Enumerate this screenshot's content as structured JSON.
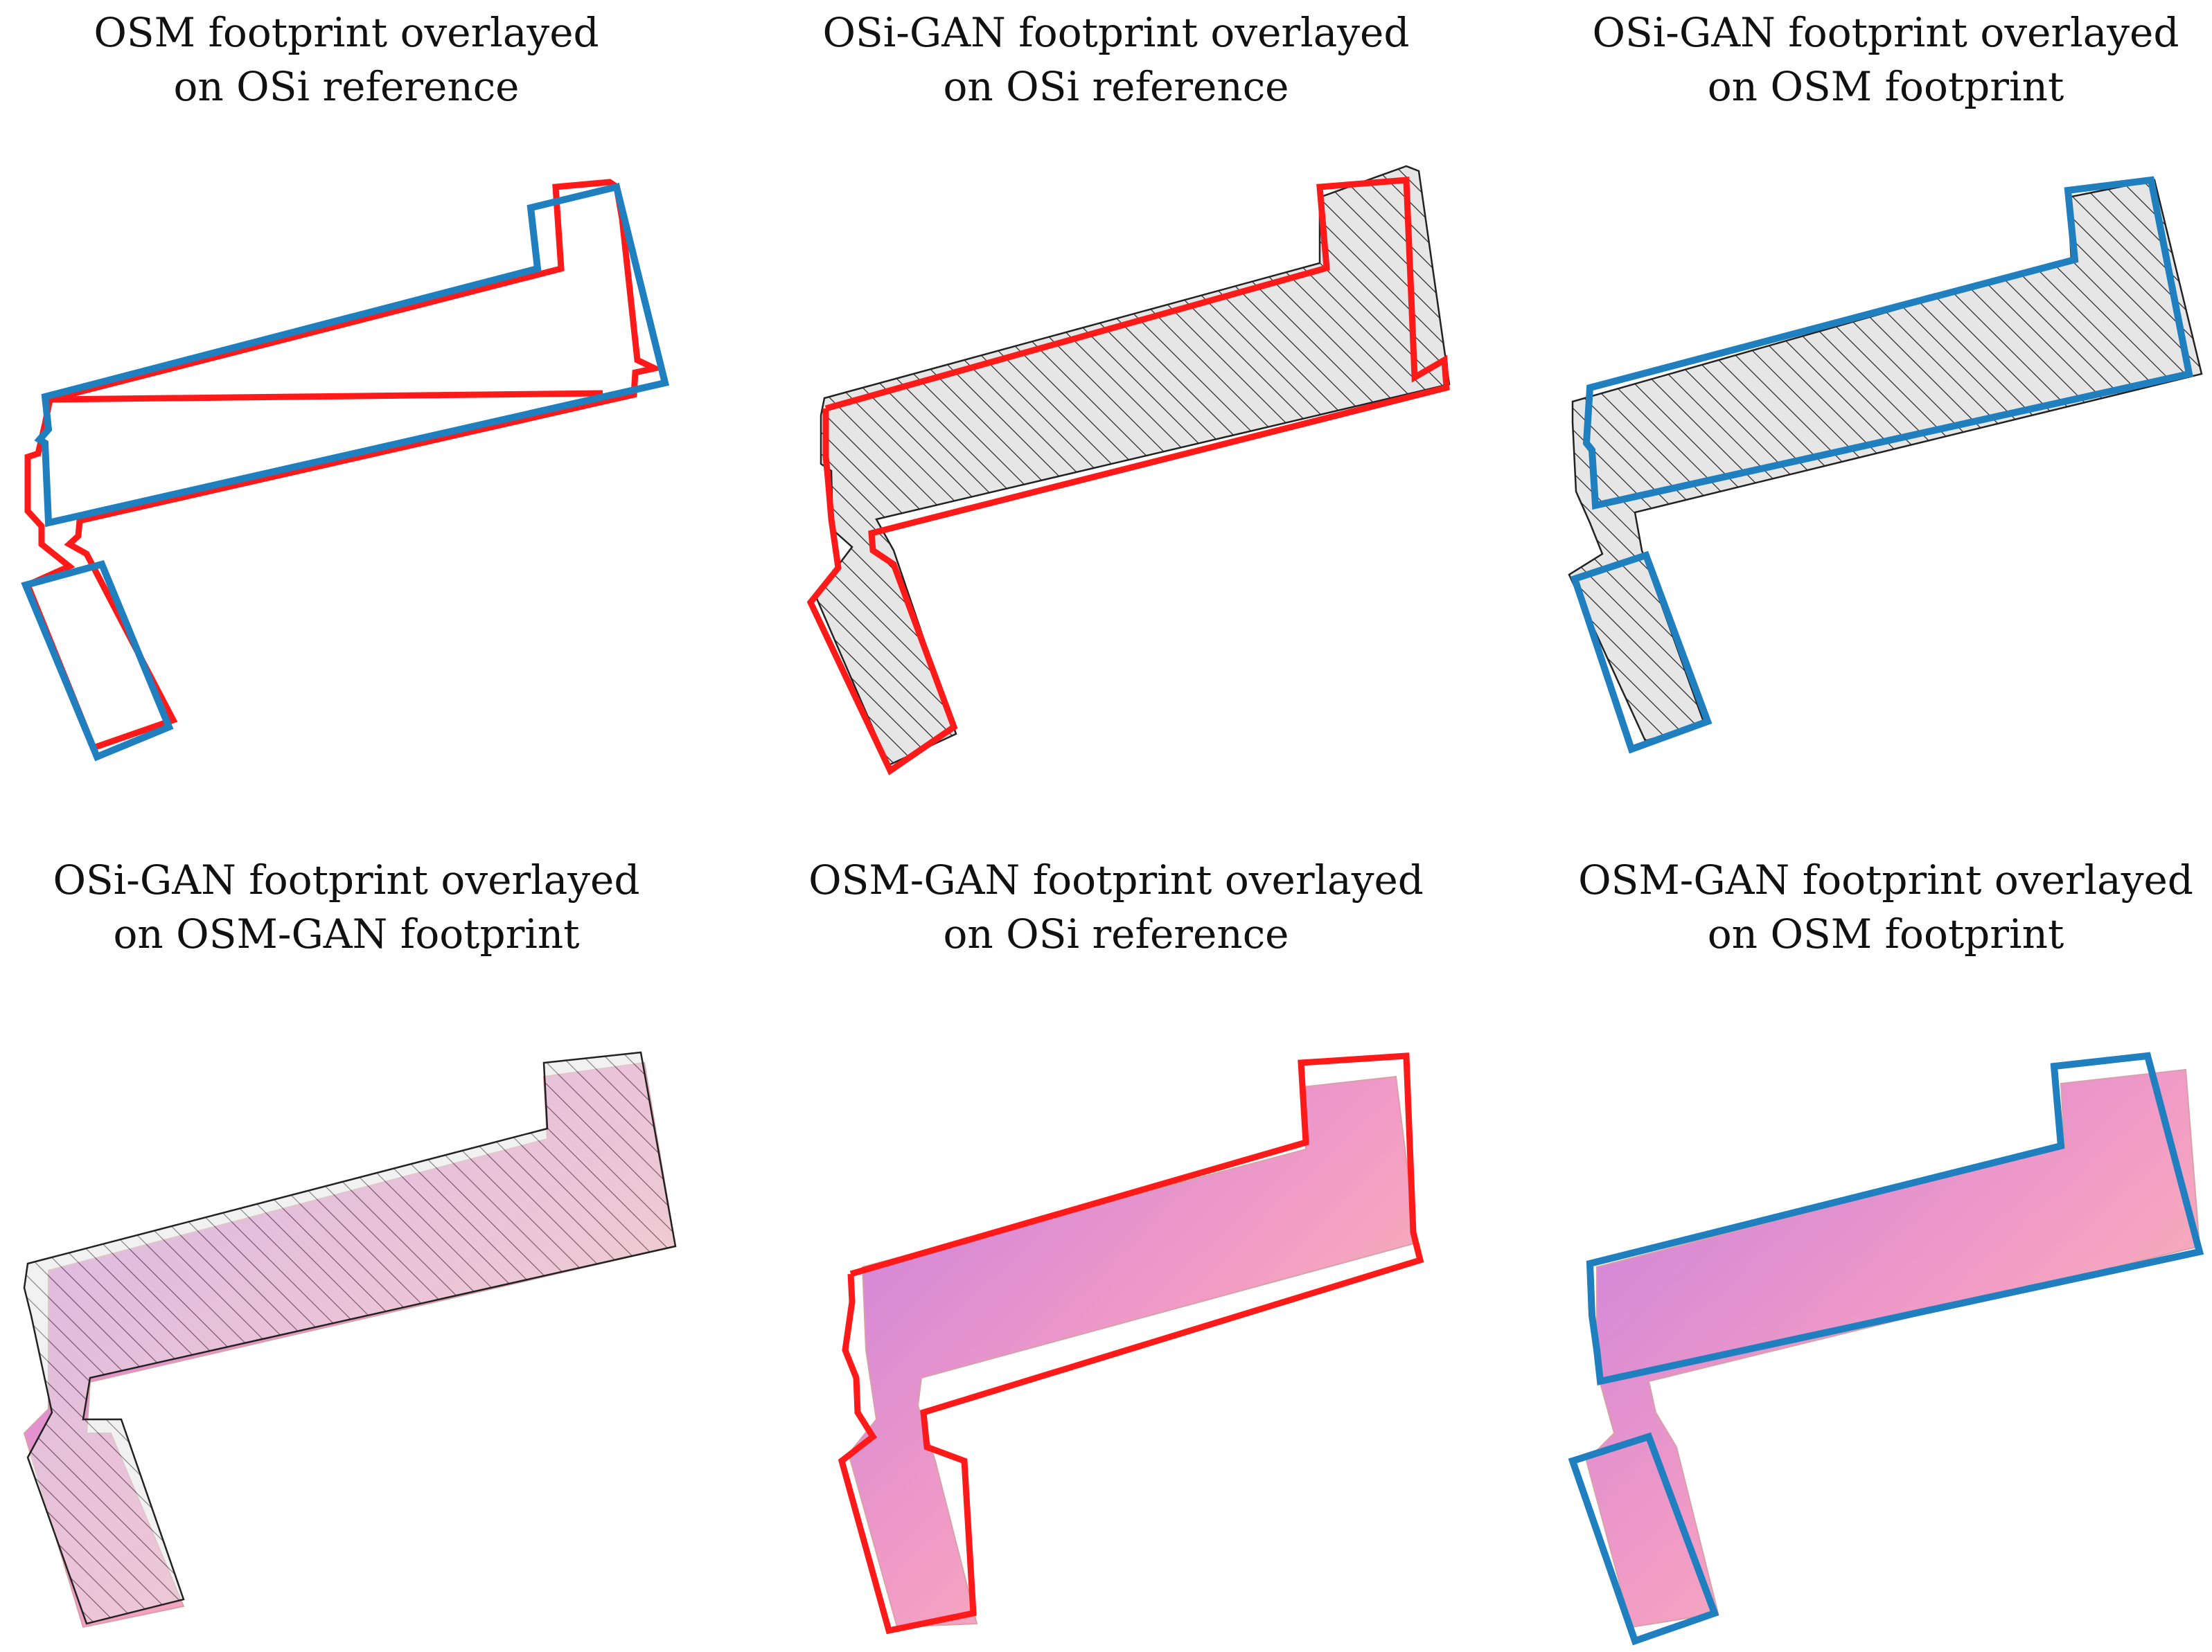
{
  "colors": {
    "osi_reference": "#ff1a1a",
    "osm_footprint": "#1f7fbf",
    "gan_hatch": "#222222",
    "gan_fill": "#e6e6e6",
    "gradient_start": "#c67ee0",
    "gradient_mid": "#f19bc6",
    "gradient_end": "#ffc8a8"
  },
  "panels": [
    {
      "title_line1": "OSM footprint overlayed",
      "title_line2": "on OSi reference"
    },
    {
      "title_line1": "OSi-GAN footprint overlayed",
      "title_line2": "on OSi reference"
    },
    {
      "title_line1": "OSi-GAN footprint overlayed",
      "title_line2": "on OSM footprint"
    },
    {
      "title_line1": "OSi-GAN footprint overlayed",
      "title_line2": "on OSM-GAN footprint"
    },
    {
      "title_line1": "OSM-GAN footprint overlayed",
      "title_line2": "on OSi reference"
    },
    {
      "title_line1": "OSM-GAN footprint overlayed",
      "title_line2": "on OSM footprint"
    }
  ]
}
